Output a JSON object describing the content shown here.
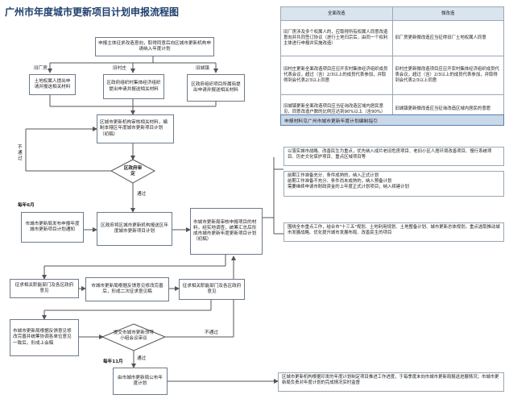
{
  "title": "广州市年度城市更新项目计划申报流程图",
  "table": {
    "headers": [
      "全面改造",
      "微改造"
    ],
    "rows": [
      [
        "旧厂房涉及多个权属人的，应取得所有权属人同意改造意向并共同签订协议（进行土地归宗后，由同一个权利主体进行申报并实施改造）",
        "旧厂房更新微改造应当征得旧厂土地权属人同意"
      ],
      [
        "旧村庄更新全面改造项目应召开农村集体经济组织成员代表会议，超过（含）2/3以上的成员代表参加，并取得到会代表2/3以上同意",
        "旧村庄更新微改造项目应召开农村集体经济组织成员代表会议，超过（含）2/3以上的成员代表参加，并取得到会代表2/3以上同意"
      ],
      [
        "旧城镇更新全面改造项目应当征询改造区域内居民意见，同意改造户数的比例应达到90%以上（含90%）",
        "旧城镇更新微改造应当征询改造区域内居民的意愿"
      ]
    ]
  },
  "banner_guide": "申报材料见广州市城市更新年度计划编制指引",
  "flow": {
    "start": "申报主体征求改造意向，取得同意后向区城市更新机构申请纳入年度计划",
    "branch_factory": "旧厂房",
    "branch_village": "旧村庄",
    "branch_town": "旧城镇",
    "factory_box": "土地权属人提出申请并报送相关材料",
    "village_box": "区政府组织村集体经济组织提出申请并报送相关材料",
    "town_box": "区政府组织项目所属街提出申请并报送相关材料",
    "district_review": "区城市更新机构审核相关材料，编制本辖区年度城市更新项目计划（初稿）",
    "not_pass_1": "不通过",
    "decision_district": "区政府审定",
    "pass_1": "通过",
    "month_june": "每年6月",
    "city_issue": "市城市更新局发布申报年度城市更新项目计划通知",
    "district_submit": "区政府将区城市更新机构报送区年度城市更新项目计划",
    "city_draft": "市城市更新局审核申报项目的材料，经实地调查，统筹汇总后形成市城市更新年度更新项目计划（初稿）",
    "solicit": "征求相关职能部门及各区政府意见",
    "revise": "市城市更新局根据反馈意见修改完善后，形成二次征求意见稿",
    "solicit_2": "征求相关职能部门及各区政府意见",
    "coordinate": "市城市更新局根据反馈意见修改完善并统筹协调各单位意见一致后，形成上会稿",
    "decision_city": "提交市城市更新领导小组会议审议",
    "not_pass_2": "不通过",
    "pass_2": "通过",
    "month_nov": "每年11月",
    "publish": "由市城市更新局公布年度计划"
  },
  "notes": {
    "principles": "以落实城市战略、改善民生为重点，优先纳入成片老旧危房项目、老旧小区人居环境改善项目、慢行系统项目、历史文化保护项目、重点区域项目等",
    "conditions": "前期工作准备充分、条件成熟的，纳入正式计划\n前期工作准备不充分、条件尚未成熟的，纳入预备计划\n需要继续申请市财政资金的上年度正式计划项目，纳入续建计划",
    "planning": "围绕全市重点工作，结合市\"十三五\"规划、土地利用规划、土地整备计划、城市更新总体规划，重点选取推动城市发展战略、优化提升城市发展布局、改善民生的项目",
    "supervision": "区城市更新机构根据印发的年度计划制定项目推进工作进度，于每季度末向市城市更新局报送进展情况；市城市更新局负责对年度计划的完成情况实时监督"
  }
}
